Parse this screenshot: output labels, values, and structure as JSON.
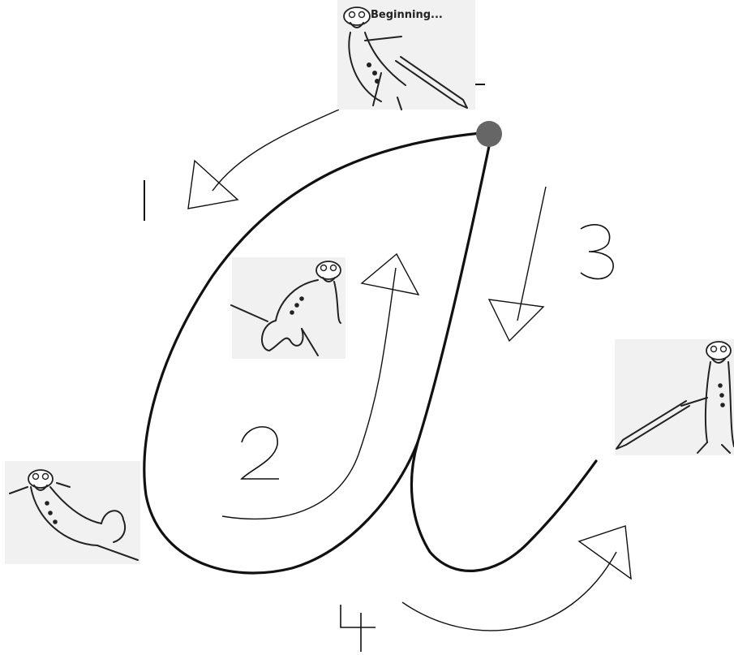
{
  "worksheet": {
    "letter": "a",
    "start_caption": "Beginning...",
    "steps": [
      {
        "label": "1"
      },
      {
        "label": "2"
      },
      {
        "label": "3"
      },
      {
        "label": "4"
      }
    ],
    "colors": {
      "letter_stroke": "#111111",
      "start_dot": "#666666",
      "arrow_stroke": "#111111",
      "picture_background": "#f1f1f1"
    },
    "characters": [
      {
        "name": "meerkat-pointing",
        "icon": "meerkat-with-pencil-icon"
      },
      {
        "name": "meerkat-crouching",
        "icon": "meerkat-crouching-icon"
      },
      {
        "name": "meerkat-pulling-pencil",
        "icon": "meerkat-with-pencil-icon"
      },
      {
        "name": "meerkat-lying",
        "icon": "meerkat-lying-icon"
      }
    ]
  }
}
